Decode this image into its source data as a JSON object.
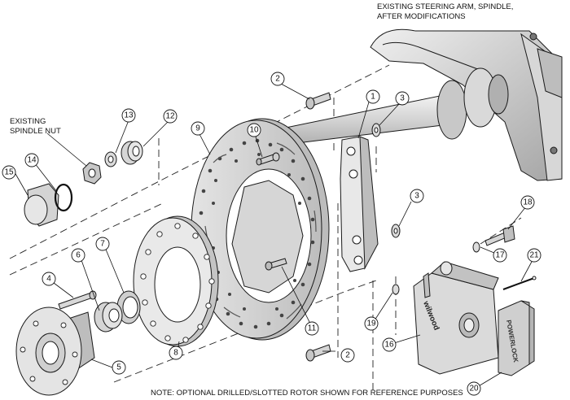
{
  "notes": {
    "steering_arm": [
      "EXISTING STEERING ARM, SPINDLE,",
      "AFTER MODIFICATIONS"
    ],
    "spindle_nut": [
      "EXISTING",
      "SPINDLE NUT"
    ],
    "rotor_note": "NOTE: OPTIONAL DRILLED/SLOTTED ROTOR SHOWN FOR REFERENCE PURPOSES"
  },
  "brand": {
    "caliper_logo": "wilwood",
    "pad_logo": "POWERLOCK"
  },
  "callouts": [
    "1",
    "2",
    "2",
    "3",
    "3",
    "4",
    "5",
    "6",
    "7",
    "8",
    "9",
    "10",
    "11",
    "12",
    "13",
    "14",
    "15",
    "16",
    "17",
    "18",
    "19",
    "20",
    "21"
  ],
  "colors": {
    "line": "#1a1a1a",
    "metal_light": "#e6e6e6",
    "metal_mid": "#c4c4c4",
    "metal_dark": "#8f8f8f"
  }
}
